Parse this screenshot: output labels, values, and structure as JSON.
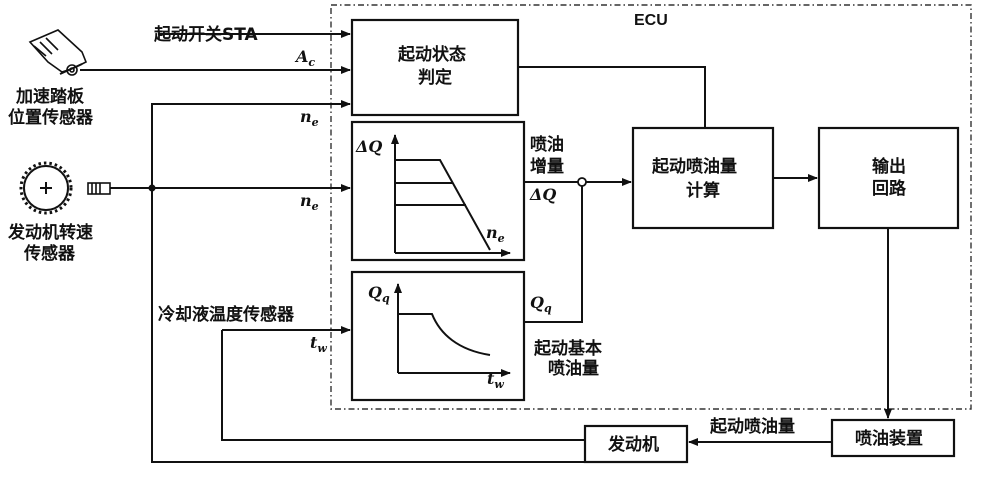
{
  "ecu_label": "ECU",
  "inputs": {
    "start_switch": "起动开关STA",
    "accel_sensor_line1": "加速踏板",
    "accel_sensor_line2": "位置传感器",
    "accel_signal": "A",
    "accel_signal_sub": "c",
    "speed_sensor_line1": "发动机转速",
    "speed_sensor_line2": "传感器",
    "speed_signal": "n",
    "speed_signal_sub": "e",
    "coolant_sensor": "冷却液温度传感器",
    "coolant_signal": "t",
    "coolant_signal_sub": "w"
  },
  "blocks": {
    "start_state_line1": "起动状态",
    "start_state_line2": "判定",
    "calc_line1": "起动喷油量",
    "calc_line2": "计算",
    "output_line1": "输出",
    "output_line2": "回路",
    "injector": "喷油装置",
    "engine": "发动机"
  },
  "graphs": {
    "increment": {
      "y_label": "ΔQ",
      "x_label": "n",
      "x_label_sub": "e",
      "caption_line1": "喷油",
      "caption_line2": "增量",
      "caption_symbol": "ΔQ"
    },
    "basic": {
      "y_label": "Q",
      "y_label_sub": "q",
      "x_label": "t",
      "x_label_sub": "w",
      "caption_line1": "起动基本",
      "caption_line2": "喷油量",
      "caption_symbol": "Q",
      "caption_symbol_sub": "q"
    }
  },
  "flow_labels": {
    "start_injection": "起动喷油量"
  }
}
